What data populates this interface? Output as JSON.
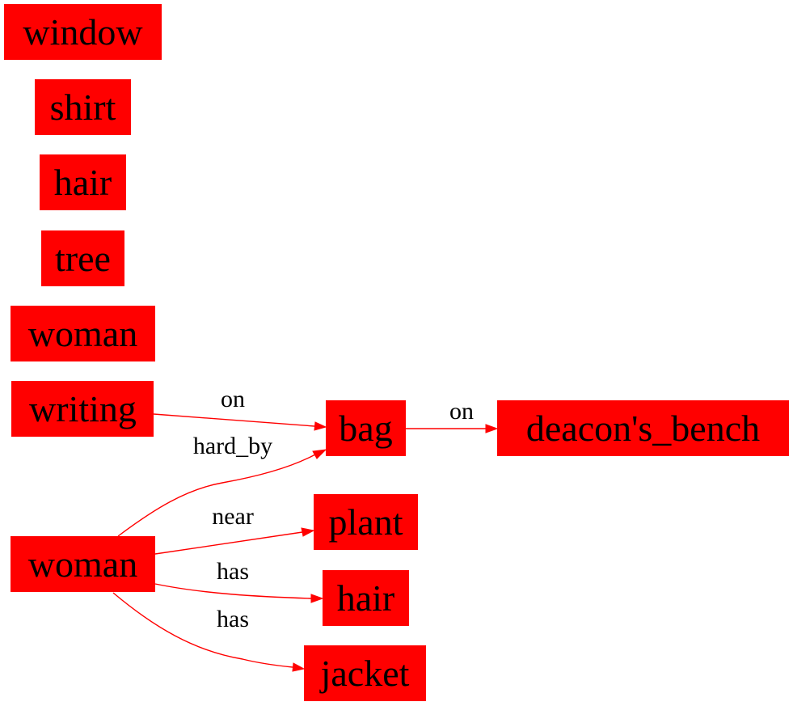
{
  "diagram": {
    "node_color": "#ff0000",
    "edge_color": "#ff0000",
    "nodes": [
      {
        "id": "n_window",
        "label": "window"
      },
      {
        "id": "n_shirt",
        "label": "shirt"
      },
      {
        "id": "n_hair1",
        "label": "hair"
      },
      {
        "id": "n_tree",
        "label": "tree"
      },
      {
        "id": "n_woman1",
        "label": "woman"
      },
      {
        "id": "n_writing",
        "label": "writing"
      },
      {
        "id": "n_bag",
        "label": "bag"
      },
      {
        "id": "n_bench",
        "label": "deacon's_bench"
      },
      {
        "id": "n_woman2",
        "label": "woman"
      },
      {
        "id": "n_plant",
        "label": "plant"
      },
      {
        "id": "n_hair2",
        "label": "hair"
      },
      {
        "id": "n_jacket",
        "label": "jacket"
      }
    ],
    "edges": [
      {
        "id": "e_writing_bag",
        "from": "n_writing",
        "to": "n_bag",
        "label": "on"
      },
      {
        "id": "e_bag_bench",
        "from": "n_bag",
        "to": "n_bench",
        "label": "on"
      },
      {
        "id": "e_woman_bag",
        "from": "n_woman2",
        "to": "n_bag",
        "label": "hard_by"
      },
      {
        "id": "e_woman_plant",
        "from": "n_woman2",
        "to": "n_plant",
        "label": "near"
      },
      {
        "id": "e_woman_hair",
        "from": "n_woman2",
        "to": "n_hair2",
        "label": "has"
      },
      {
        "id": "e_woman_jacket",
        "from": "n_woman2",
        "to": "n_jacket",
        "label": "has"
      }
    ]
  }
}
